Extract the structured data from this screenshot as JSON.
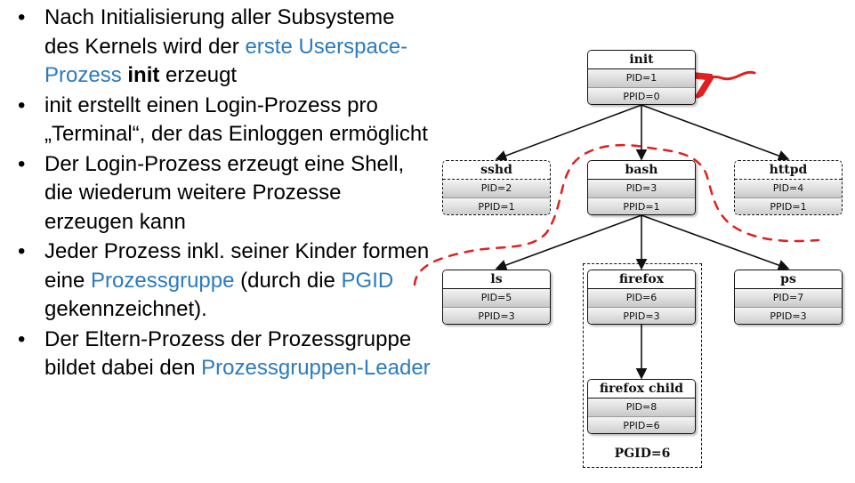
{
  "bullets": [
    {
      "parts": [
        {
          "text": "Nach Initialisierung aller Subsysteme des Kernels wird der ",
          "style": ""
        },
        {
          "text": "erste Userspace-Prozess",
          "style": "blue"
        },
        {
          "text": " ",
          "style": ""
        },
        {
          "text": "init",
          "style": "bold"
        },
        {
          "text": " erzeugt",
          "style": ""
        }
      ]
    },
    {
      "parts": [
        {
          "text": "init erstellt einen Login-Prozess pro „Terminal“, der das Einloggen ermöglicht",
          "style": ""
        }
      ]
    },
    {
      "parts": [
        {
          "text": "Der Login-Prozess erzeugt eine Shell, die wiederum weitere Prozesse erzeugen kann",
          "style": ""
        }
      ]
    },
    {
      "parts": [
        {
          "text": "Jeder Prozess inkl. seiner Kinder formen eine ",
          "style": ""
        },
        {
          "text": "Prozessgruppe",
          "style": "blue"
        },
        {
          "text": " (durch die ",
          "style": ""
        },
        {
          "text": "PGID",
          "style": "blue"
        },
        {
          "text": " gekennzeichnet).",
          "style": ""
        }
      ]
    },
    {
      "parts": [
        {
          "text": "Der Eltern-Prozess der Prozessgruppe bildet dabei den ",
          "style": ""
        },
        {
          "text": "Prozessgruppen-Leader",
          "style": "blue"
        }
      ]
    }
  ],
  "bullet_symbol": "•",
  "processes": [
    {
      "id": "init",
      "name": "init",
      "pid": "PID=1",
      "ppid": "PPID=0",
      "dashed": false
    },
    {
      "id": "sshd",
      "name": "sshd",
      "pid": "PID=2",
      "ppid": "PPID=1",
      "dashed": true
    },
    {
      "id": "bash",
      "name": "bash",
      "pid": "PID=3",
      "ppid": "PPID=1",
      "dashed": false
    },
    {
      "id": "httpd",
      "name": "httpd",
      "pid": "PID=4",
      "ppid": "PPID=1",
      "dashed": true
    },
    {
      "id": "ls",
      "name": "ls",
      "pid": "PID=5",
      "ppid": "PPID=3",
      "dashed": false
    },
    {
      "id": "firefox",
      "name": "firefox",
      "pid": "PID=6",
      "ppid": "PPID=3",
      "dashed": false
    },
    {
      "id": "ps",
      "name": "ps",
      "pid": "PID=7",
      "ppid": "PPID=3",
      "dashed": false
    },
    {
      "id": "firefox-child",
      "name": "firefox child",
      "pid": "PID=8",
      "ppid": "PPID=6",
      "dashed": false
    }
  ],
  "edges": [
    {
      "from": "init",
      "to": "sshd"
    },
    {
      "from": "init",
      "to": "bash"
    },
    {
      "from": "init",
      "to": "httpd"
    },
    {
      "from": "bash",
      "to": "ls"
    },
    {
      "from": "bash",
      "to": "firefox"
    },
    {
      "from": "bash",
      "to": "ps"
    },
    {
      "from": "firefox",
      "to": "firefox-child"
    }
  ],
  "pgid_label": "PGID=6",
  "annotation_color": "#e02020"
}
